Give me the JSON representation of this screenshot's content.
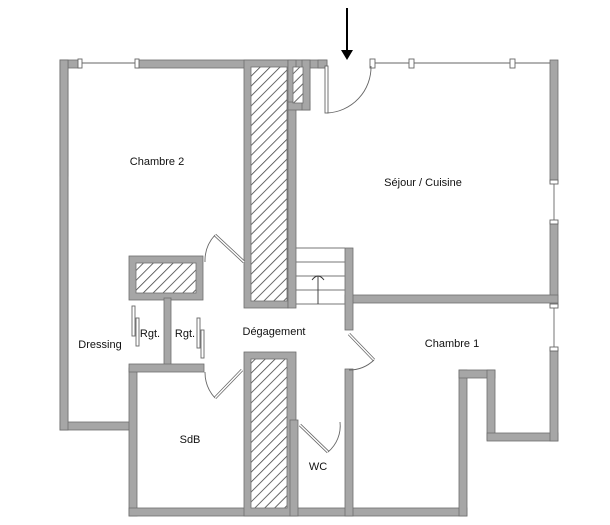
{
  "plan": {
    "entrance_arrow": "down-arrow",
    "colors": {
      "wall": "#a6a6a6",
      "wall_stroke": "#6e6e6e",
      "background": "#ffffff",
      "text": "#111111"
    },
    "rooms": [
      {
        "id": "chambre2",
        "label": "Chambre 2"
      },
      {
        "id": "sejour",
        "label": "Séjour / Cuisine"
      },
      {
        "id": "degagement",
        "label": "Dégagement"
      },
      {
        "id": "chambre1",
        "label": "Chambre 1"
      },
      {
        "id": "dressing",
        "label": "Dressing"
      },
      {
        "id": "rgt1",
        "label": "Rgt."
      },
      {
        "id": "rgt2",
        "label": "Rgt."
      },
      {
        "id": "sdb",
        "label": "SdB"
      },
      {
        "id": "wc",
        "label": "WC"
      }
    ]
  }
}
